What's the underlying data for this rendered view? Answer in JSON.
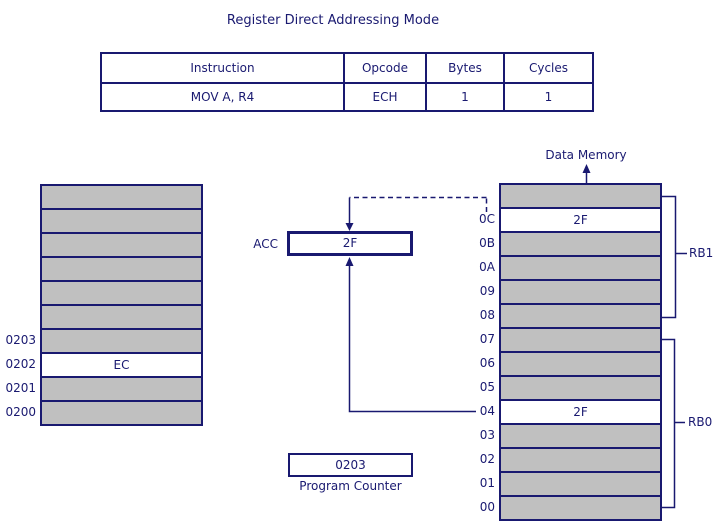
{
  "title": "Register Direct Addressing Mode",
  "table": {
    "headers": [
      "Instruction",
      "Opcode",
      "Bytes",
      "Cycles"
    ],
    "rows": [
      {
        "instruction": "MOV A, R4",
        "opcode": "ECH",
        "bytes": "1",
        "cycles": "1"
      }
    ]
  },
  "program_memory": {
    "rows": [
      {
        "addr": "",
        "value": ""
      },
      {
        "addr": "",
        "value": ""
      },
      {
        "addr": "",
        "value": ""
      },
      {
        "addr": "",
        "value": ""
      },
      {
        "addr": "",
        "value": ""
      },
      {
        "addr": "",
        "value": ""
      },
      {
        "addr": "0203",
        "value": ""
      },
      {
        "addr": "0202",
        "value": "EC"
      },
      {
        "addr": "0201",
        "value": ""
      },
      {
        "addr": "0200",
        "value": ""
      }
    ]
  },
  "acc": {
    "label": "ACC",
    "value": "2F"
  },
  "program_counter": {
    "value": "0203",
    "label": "Program Counter"
  },
  "data_memory": {
    "title": "Data Memory",
    "rows": [
      {
        "addr": "",
        "value": ""
      },
      {
        "addr": "0C",
        "value": "2F"
      },
      {
        "addr": "0B",
        "value": ""
      },
      {
        "addr": "0A",
        "value": ""
      },
      {
        "addr": "09",
        "value": ""
      },
      {
        "addr": "08",
        "value": ""
      },
      {
        "addr": "07",
        "value": ""
      },
      {
        "addr": "06",
        "value": ""
      },
      {
        "addr": "05",
        "value": ""
      },
      {
        "addr": "04",
        "value": "2F"
      },
      {
        "addr": "03",
        "value": ""
      },
      {
        "addr": "02",
        "value": ""
      },
      {
        "addr": "01",
        "value": ""
      },
      {
        "addr": "00",
        "value": ""
      }
    ],
    "banks": {
      "rb1": "RB1",
      "rb0": "RB0"
    }
  },
  "colors": {
    "line": "#191970",
    "text": "#191970",
    "cell_fill": "#c0c0c0",
    "highlight_fill": "#ffffff",
    "background": "#ffffff"
  }
}
